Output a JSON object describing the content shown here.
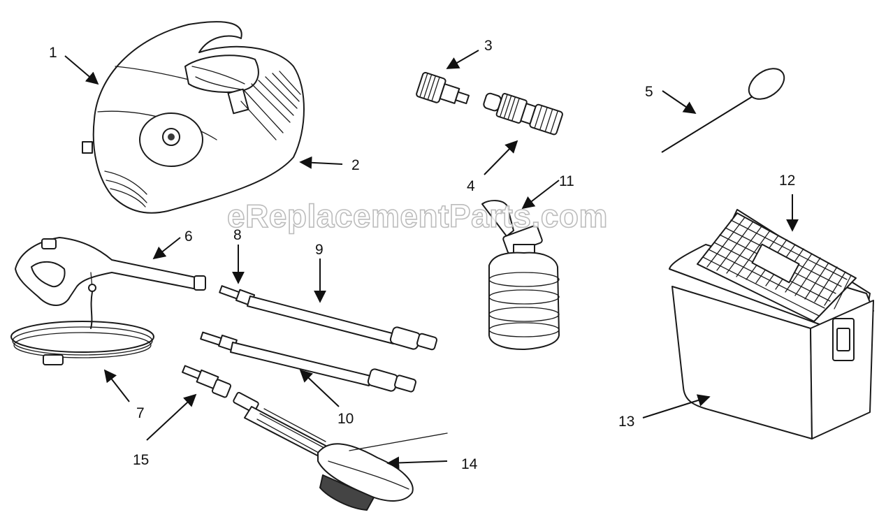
{
  "watermark": "eReplacementParts.com",
  "callouts": [
    "1",
    "2",
    "3",
    "4",
    "5",
    "6",
    "7",
    "8",
    "9",
    "10",
    "11",
    "12",
    "13",
    "14",
    "15"
  ],
  "parts": {
    "p1": "pressure-washer-motor-housing",
    "p2": "housing-cover",
    "p3": "hose-connector-male",
    "p4": "hose-connector-female",
    "p5": "nozzle-cleaning-wire",
    "p6": "spray-gun",
    "p7": "high-pressure-hose",
    "p8": "spray-nozzle-tip",
    "p9": "extension-wand",
    "p10": "lance-wand",
    "p11": "detergent-bottle",
    "p12": "storage-case-lid",
    "p13": "storage-case",
    "p14": "rotary-brush",
    "p15": "brush-adapter"
  },
  "colors": {
    "line": "#1a1a1a",
    "shade": "#8a8a8a",
    "watermark_stroke": "#b5b5b5"
  }
}
